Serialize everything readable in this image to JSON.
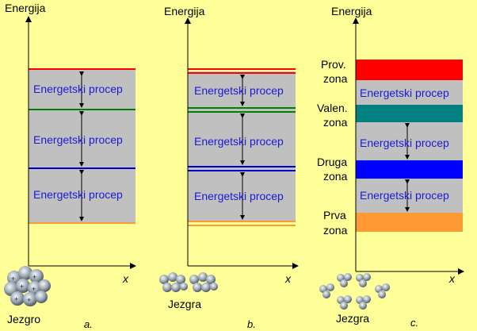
{
  "axis": {
    "y_label": "Energija",
    "x_label": "x"
  },
  "gap_label": "Energetski procep",
  "panels": {
    "a": {
      "letter": "a.",
      "nucleus_caption": "Jezgro"
    },
    "b": {
      "letter": "b.",
      "nucleus_caption": "Jezgra"
    },
    "c": {
      "letter": "c.",
      "nucleus_caption": "Jezgra",
      "zones": [
        {
          "line1": "Prov.",
          "line2": "zona",
          "color": "#FF0000"
        },
        {
          "line1": "Valen.",
          "line2": "zona",
          "color": "#008080"
        },
        {
          "line1": "Druga",
          "line2": "zona",
          "color": "#0000FF"
        },
        {
          "line1": "Prva",
          "line2": "zona",
          "color": "#FF9933"
        }
      ]
    }
  },
  "colors": {
    "background": "#FFFF99",
    "gap_fill": "#C0C0C0",
    "gap_text": "#1A1AD6",
    "level_red": "#FF0000",
    "level_green": "#008000",
    "level_blue": "#0000CC",
    "level_orange": "#FF9933"
  }
}
